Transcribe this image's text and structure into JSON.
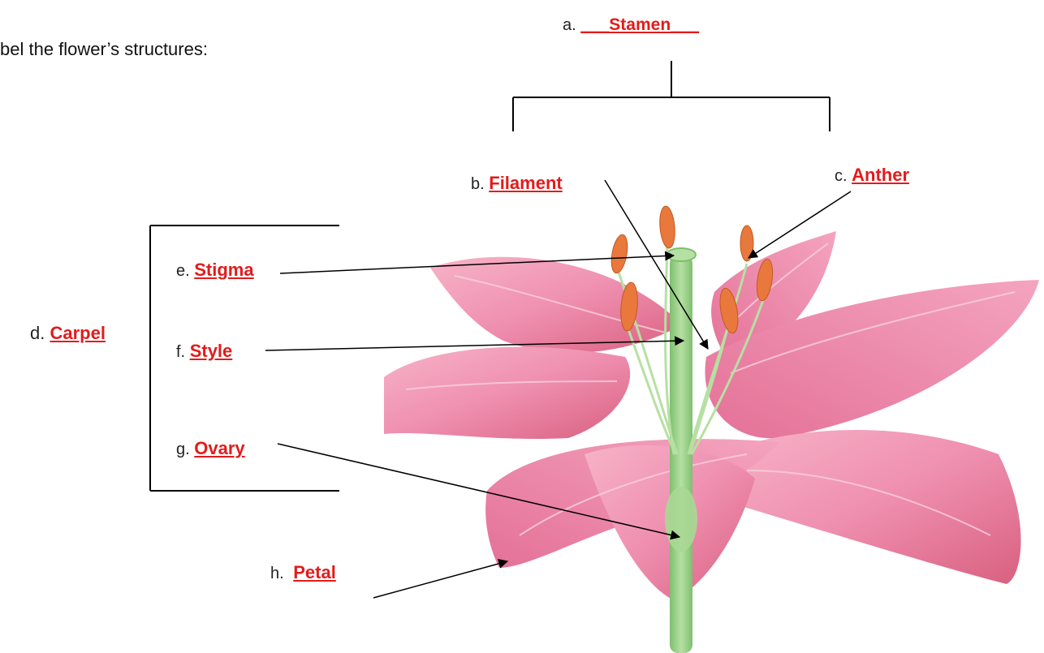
{
  "instruction": "bel the flower’s structures:",
  "labels": {
    "a": {
      "prefix": "a.",
      "answer": "___Stamen___"
    },
    "b": {
      "prefix": "b.",
      "answer": "Filament"
    },
    "c": {
      "prefix": "c.",
      "answer": "Anther"
    },
    "d": {
      "prefix": "d.",
      "answer": "Carpel"
    },
    "e": {
      "prefix": "e.",
      "answer": "Stigma"
    },
    "f": {
      "prefix": "f.",
      "answer": "Style"
    },
    "g": {
      "prefix": "g.",
      "answer": "Ovary"
    },
    "h": {
      "prefix": "h.",
      "answer": "Petal"
    }
  },
  "colors": {
    "answer": "#e31b1b",
    "petal": "#ef8fb0",
    "petal_dark": "#d9607f",
    "stem": "#9ccf8a",
    "anther": "#e8783c"
  }
}
